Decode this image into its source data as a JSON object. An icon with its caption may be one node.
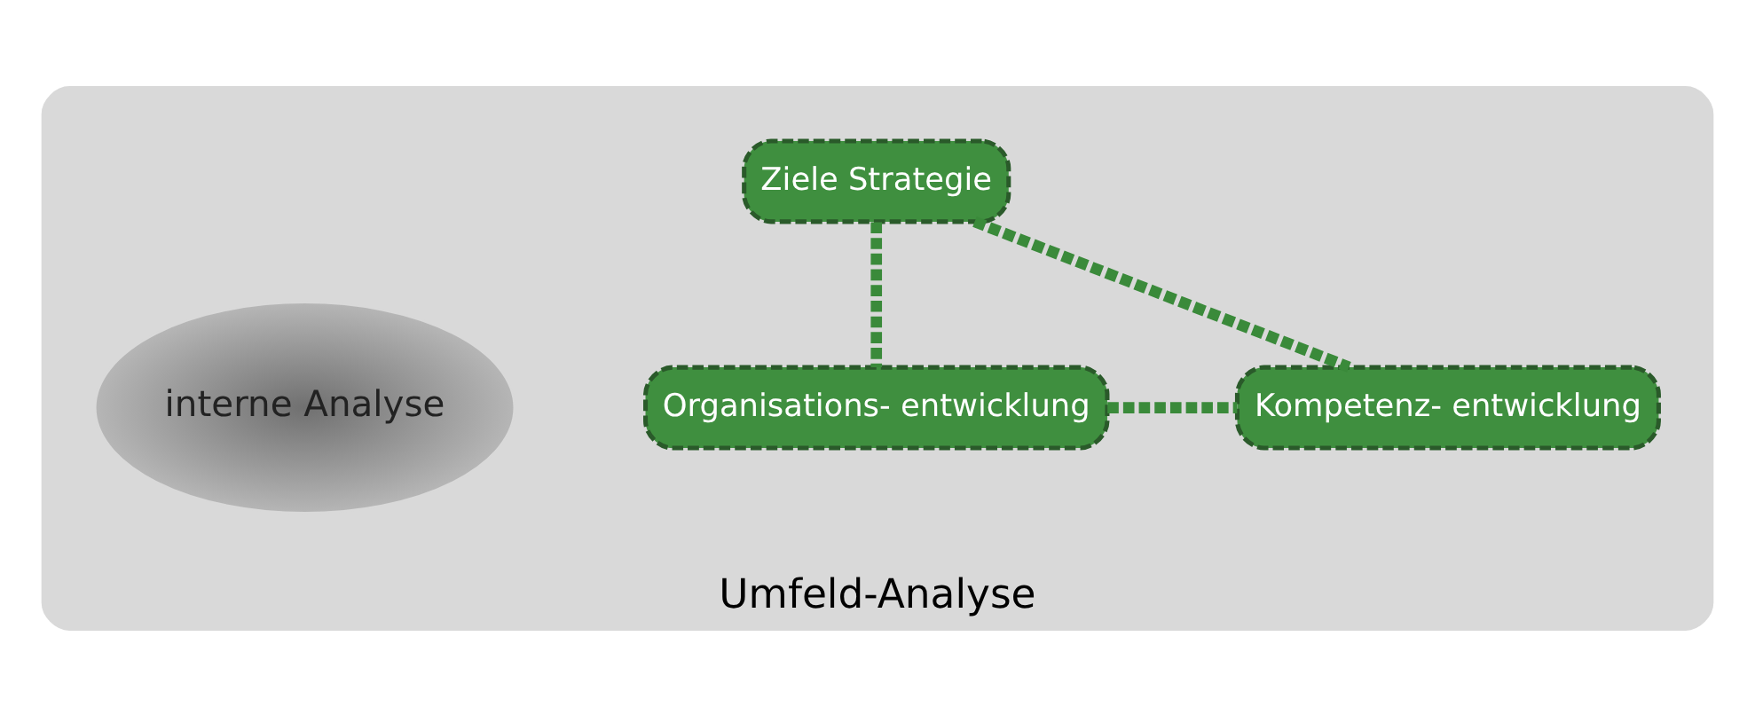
{
  "diagram": {
    "nodes": [
      {
        "text": [
          "Umfeld-Analyse"
        ]
      },
      {
        "text": [
          "Ziele Strategie"
        ],
        "in": 0
      },
      {
        "text": [
          "interne Analyse"
        ],
        "in": 0
      },
      {
        "text": [
          "Organisations- entwicklung"
        ],
        "in": 0
      },
      {
        "text": [
          "Kompetenz- entwicklung"
        ],
        "in": 0
      }
    ],
    "edges": [
      {
        "from": 1,
        "to": 3,
        "arrow": "none",
        "style": "dashed"
      },
      {
        "from": 1,
        "to": 4,
        "arrow": "none",
        "style": "dashed"
      },
      {
        "from": 3,
        "to": 4,
        "arrow": "none",
        "style": "dashed"
      }
    ]
  }
}
